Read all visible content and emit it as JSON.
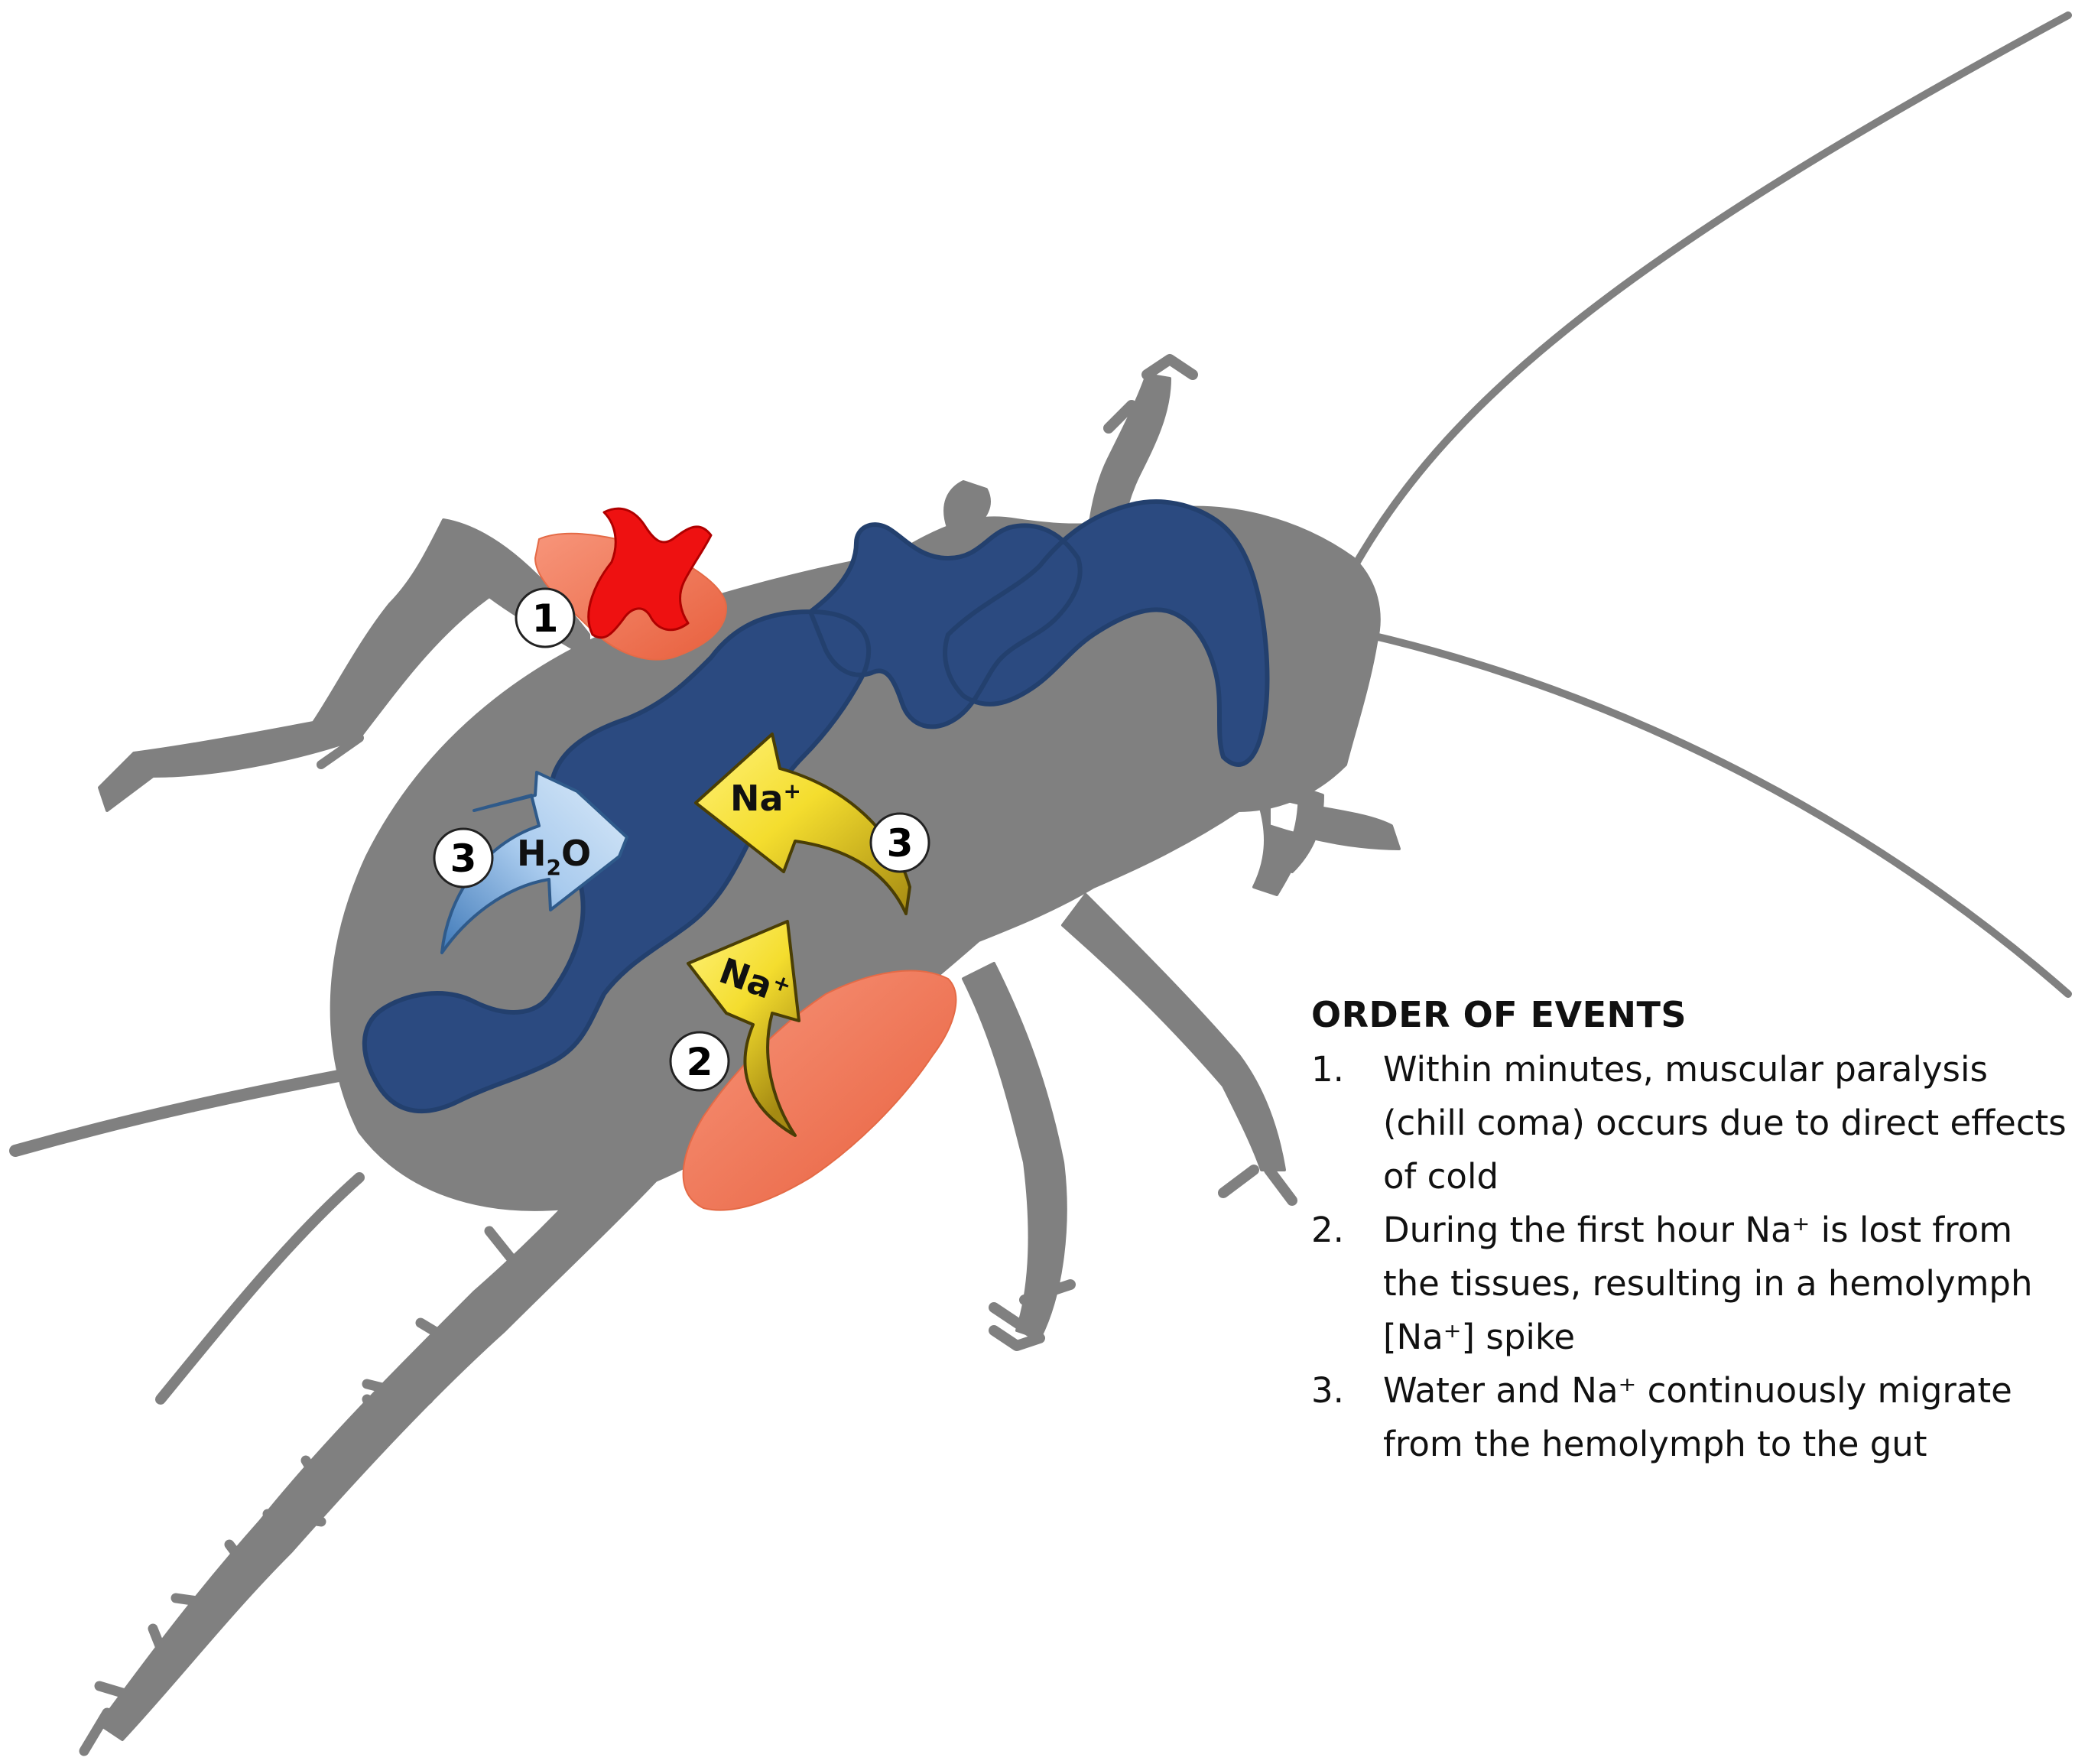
{
  "figure": {
    "badges": {
      "event1": "1",
      "event2": "2",
      "event3_water": "3",
      "event3_sodium": "3"
    },
    "arrows": {
      "water": {
        "base": "H",
        "subscript": "2",
        "tail": "O"
      },
      "sodium_to_gut": {
        "base": "Na",
        "superscript": "+"
      },
      "sodium_from_tissue": {
        "base": "Na",
        "superscript": "+"
      }
    },
    "colors": {
      "body": "#808080",
      "gut": "#2b4a80",
      "muscle": "#ee7352",
      "cross": "#ee1111",
      "sodium_arrow": "#f2de30",
      "water_arrow": "#9cc6ea"
    },
    "icons": [
      "cricket-silhouette",
      "cross-mark-icon",
      "arrow-icon"
    ]
  },
  "legend": {
    "title": "ORDER OF EVENTS",
    "items": [
      {
        "number": "1.",
        "text": "Within minutes, muscular paralysis (chill coma) occurs due to direct effects of cold"
      },
      {
        "number": "2.",
        "text": "During the first hour Na⁺ is lost from the tissues, resulting in a hemolymph [Na⁺] spike"
      },
      {
        "number": "3.",
        "text": "Water and Na⁺ continuously migrate from the hemolymph to the gut"
      }
    ]
  }
}
